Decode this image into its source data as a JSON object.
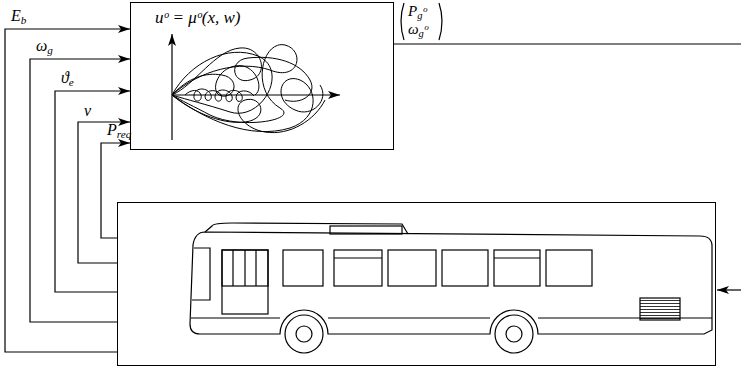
{
  "diagram": {
    "nodes": [
      {
        "text": [
          "uᵒ = μᵒ(x, w)"
        ]
      },
      {
        "text": []
      }
    ],
    "edges": [
      {
        "from": 1,
        "to": 0,
        "arrow": "to",
        "label": "Eb"
      },
      {
        "from": 1,
        "to": 0,
        "arrow": "to",
        "label": "ωg"
      },
      {
        "from": 1,
        "to": 0,
        "arrow": "to",
        "label": "ϑe"
      },
      {
        "from": 1,
        "to": 0,
        "arrow": "to",
        "label": "v"
      },
      {
        "from": 1,
        "to": 0,
        "arrow": "to",
        "label": "Preq"
      }
    ],
    "labels": [
      "Pgᵒ",
      "ωgᵒ"
    ]
  }
}
